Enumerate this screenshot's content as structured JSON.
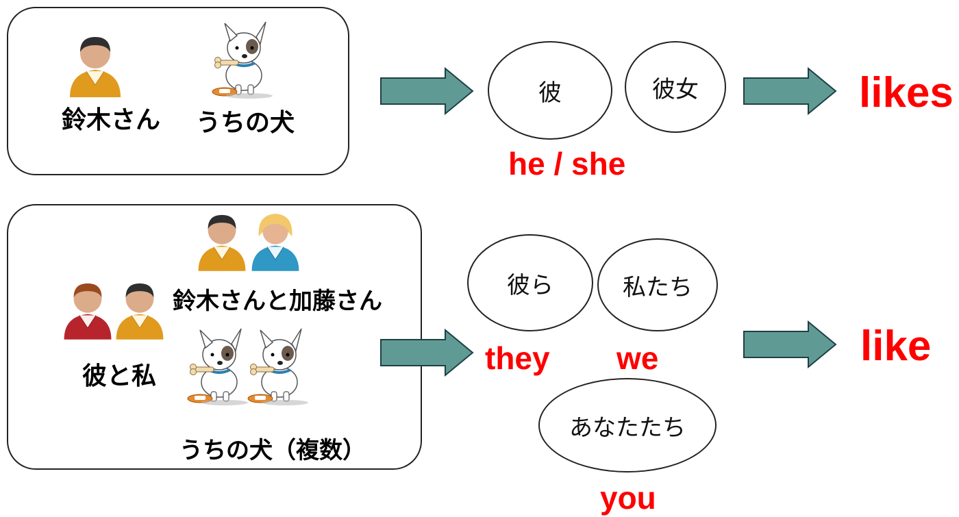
{
  "top": {
    "names": [
      "鈴木さん",
      "うちの犬"
    ],
    "pronouns": [
      "彼",
      "彼女"
    ],
    "english": "he / she",
    "verb": "likes"
  },
  "bottom": {
    "label_couple": "鈴木さんと加藤さん",
    "label_me": "彼と私",
    "label_dogs": "うちの犬（複数）",
    "pronouns": [
      "彼ら",
      "私たち",
      "あなたたち"
    ],
    "english": [
      "they",
      "we",
      "you"
    ],
    "verb": "like"
  },
  "colors": {
    "arrow": "#5f9b94",
    "red_text": "#ff0000",
    "person_orange": "#e09a1e",
    "person_blue": "#2f98c4",
    "person_red": "#b8242c"
  }
}
